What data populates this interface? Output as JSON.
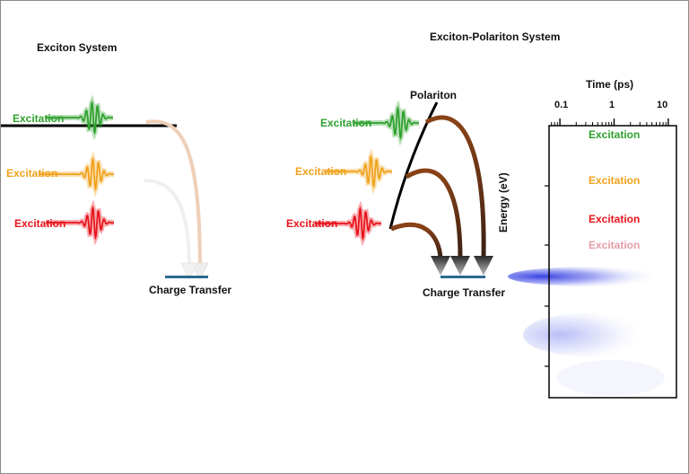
{
  "colors": {
    "green": "#2fa12f",
    "orange": "#f0a21c",
    "red": "#e8141c",
    "pink": "#e59ca6",
    "bar": "#2a6a90",
    "arrow_dark": "#7a3a14",
    "spectrum_blue": "#3a44e6"
  },
  "exciton_system": {
    "title": "Exciton System",
    "excitations": [
      {
        "label": "Excitation",
        "color": "green"
      },
      {
        "label": "Excitation",
        "color": "orange"
      },
      {
        "label": "Excitation",
        "color": "red"
      }
    ],
    "charge_transfer_label": "Charge Transfer"
  },
  "polariton_system": {
    "title": "Exciton-Polariton System",
    "branch_label": "Polariton",
    "excitations": [
      {
        "label": "Excitation",
        "color": "green"
      },
      {
        "label": "Excitation",
        "color": "orange"
      },
      {
        "label": "Excitation",
        "color": "red"
      }
    ],
    "charge_transfer_label": "Charge Transfer"
  },
  "spectrum_panel": {
    "time_axis_label": "Time (ps)",
    "time_ticks": [
      "0.1",
      "1",
      "10"
    ],
    "energy_axis_label": "Energy (eV)",
    "excitation_labels": [
      {
        "label": "Excitation",
        "color": "green"
      },
      {
        "label": "Excitation",
        "color": "orange"
      },
      {
        "label": "Excitation",
        "color": "red"
      },
      {
        "label": "Excitation",
        "color": "pink"
      }
    ]
  }
}
